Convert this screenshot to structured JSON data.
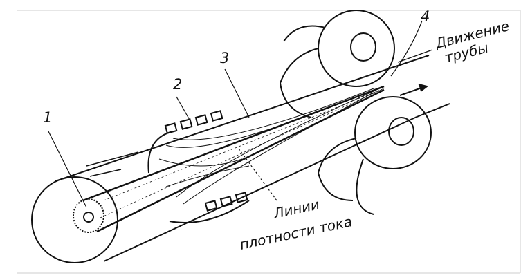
{
  "labels": {
    "n1": "1",
    "n2": "2",
    "n3": "3",
    "n4": "4",
    "motion_line1": "Движение",
    "motion_line2": "трубы",
    "current_line1": "Линии",
    "current_line2": "плотности тока"
  },
  "colors": {
    "ink": "#111111",
    "frame": "#cccccc"
  }
}
